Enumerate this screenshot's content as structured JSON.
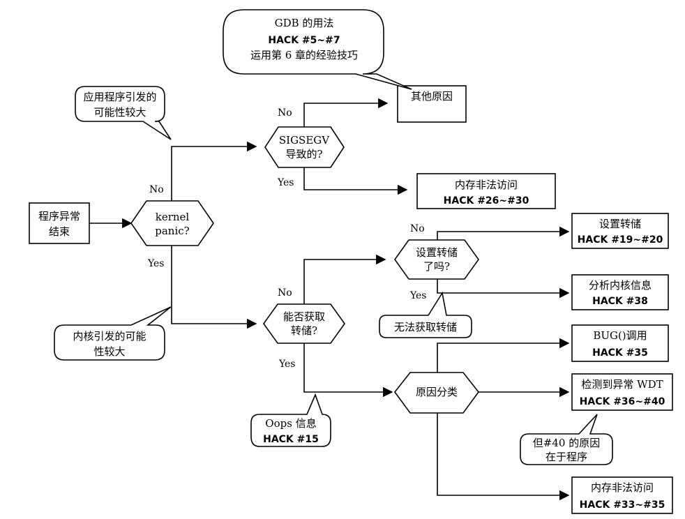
{
  "nodes": {
    "start": {
      "lines": [
        "程序异常",
        "结束"
      ]
    },
    "kernel_panic": {
      "lines": [
        "kernel",
        "panic?"
      ]
    },
    "sigsegv": {
      "lines": [
        "SIGSEGV",
        "导致的?"
      ]
    },
    "can_dump": {
      "lines": [
        "能否获取",
        "转储?"
      ]
    },
    "dump_set": {
      "lines": [
        "设置转储",
        "了吗?"
      ]
    },
    "cause_class": {
      "lines": [
        "原因分类"
      ]
    },
    "other_cause": {
      "lines": [
        "其他原因"
      ]
    },
    "mem_illegal_user": {
      "title": "内存非法访问",
      "hack": "HACK #26~#30"
    },
    "set_dump": {
      "title": "设置转储",
      "hack": "HACK #19~#20"
    },
    "analyze_kernel": {
      "title": "分析内核信息",
      "hack": "HACK #38"
    },
    "bug_call": {
      "title": "BUG()调用",
      "hack": "HACK #35"
    },
    "detect_wdt": {
      "title": "检测到异常 WDT",
      "hack": "HACK #36~#40"
    },
    "mem_illegal_kernel": {
      "title": "内存非法访问",
      "hack": "HACK #33~#35"
    }
  },
  "callouts": {
    "gdb": {
      "lines": [
        "GDB 的用法",
        "HACK #5~#7",
        "运用第 6 章的经验技巧"
      ]
    },
    "app_likely": {
      "lines": [
        "应用程序引发的",
        "可能性较大"
      ]
    },
    "kern_likely": {
      "lines": [
        "内核引发的可能",
        "性较大"
      ]
    },
    "no_dump": {
      "lines": [
        "无法获取转储"
      ]
    },
    "oops": {
      "lines": [
        "Oops 信息",
        "HACK #15"
      ]
    },
    "hack40": {
      "lines": [
        "但#40 的原因",
        "在于程序"
      ]
    }
  },
  "edge_labels": {
    "kp_no": "No",
    "kp_yes": "Yes",
    "sig_no": "No",
    "sig_yes": "Yes",
    "dump_no": "No",
    "dump_yes": "Yes",
    "set_no": "No",
    "set_yes": "Yes"
  }
}
